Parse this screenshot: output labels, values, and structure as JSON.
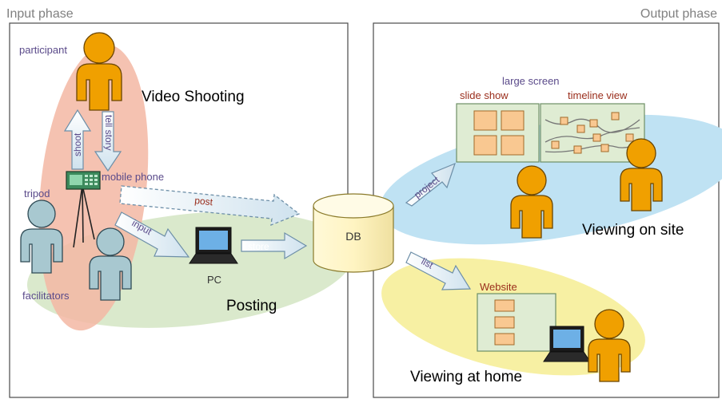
{
  "phases": {
    "input": "Input phase",
    "output": "Output phase"
  },
  "labels": {
    "participant": "participant",
    "video_shooting": "Video Shooting",
    "shoot": "shoot",
    "tell_story": "tell story",
    "mobile_phone": "mobile phone",
    "tripod": "tripod",
    "facilitators": "facilitators",
    "post": "post",
    "input": "input",
    "pc": "PC",
    "store": "store",
    "posting": "Posting",
    "db": "DB",
    "project": "project",
    "list": "list",
    "large_screen": "large screen",
    "slide_show": "slide show",
    "timeline_view": "timeline view",
    "viewing_on_site": "Viewing on site",
    "website": "Website",
    "viewing_at_home": "Viewing at home"
  },
  "colors": {
    "person_orange": "#f0a000",
    "person_blue": "#a8c8d0",
    "red_ellipse": "#f3b7a3",
    "green_ellipse": "#d6e7c6",
    "blue_ellipse": "#bfe2f3",
    "yellow_ellipse": "#f7f0a3",
    "panel_green": "#dfecd3",
    "tile_orange": "#f9c891",
    "label_purple": "#5a4a8a",
    "label_red": "#9a2e1c"
  }
}
